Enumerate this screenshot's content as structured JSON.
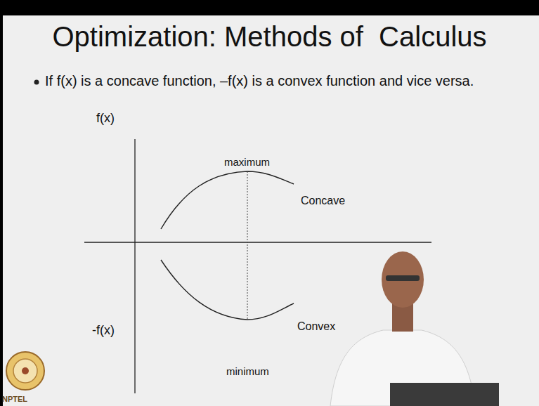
{
  "diagram": {
    "title": "Optimization: Methods of  Calculus",
    "labels": [
      "If f(x) is a concave function, –f(x) is a convex function and vice versa.",
      "maximum",
      "Concave",
      "f(x)",
      "-f(x)",
      "Convex",
      "minimum",
      "NPTEL"
    ]
  }
}
